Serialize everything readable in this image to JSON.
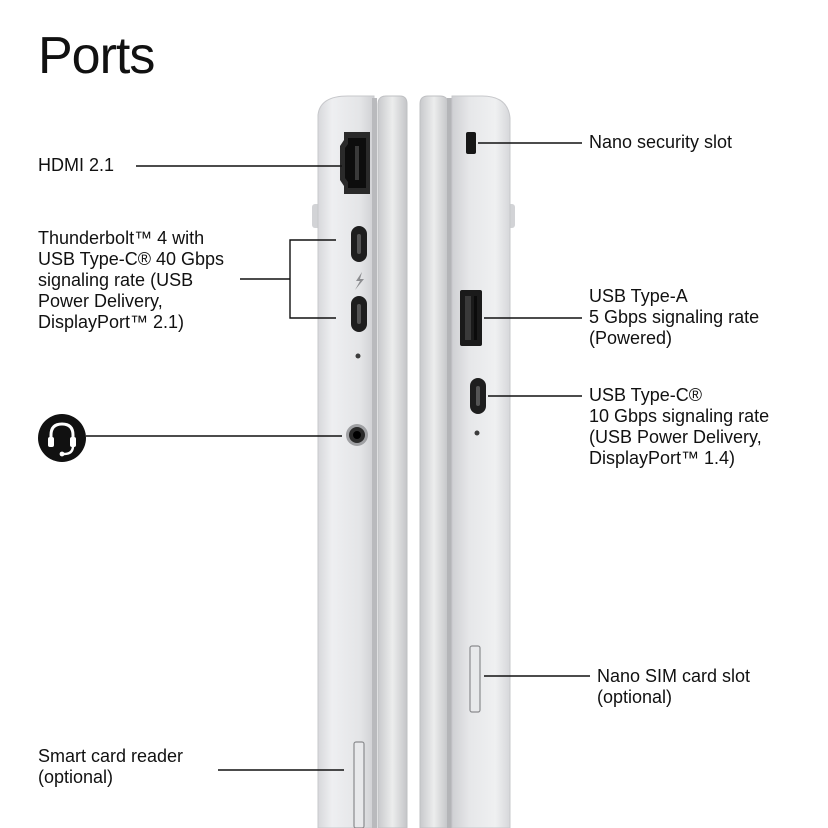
{
  "title": "Ports",
  "left_side": {
    "hdmi": "HDMI 2.1",
    "thunderbolt": [
      "Thunderbolt™ 4 with",
      "USB Type-C® 40 Gbps",
      "signaling rate (USB",
      "Power Delivery,",
      "DisplayPort™ 2.1)"
    ],
    "audio_icon": "headset-icon",
    "smart_card": [
      "Smart card reader",
      "(optional)"
    ]
  },
  "right_side": {
    "security": "Nano security slot",
    "usb_a": [
      "USB Type-A",
      "5 Gbps signaling rate",
      "(Powered)"
    ],
    "usb_c": [
      "USB Type-C®",
      "10 Gbps signaling rate",
      "(USB Power Delivery,",
      "DisplayPort™ 1.4)"
    ],
    "sim": [
      "Nano SIM card slot",
      "(optional)"
    ]
  },
  "colors": {
    "chassis": "#e3e4e6",
    "chassis_edge": "#c9cacd",
    "port": "#1b1b1b",
    "line": "#111111"
  }
}
